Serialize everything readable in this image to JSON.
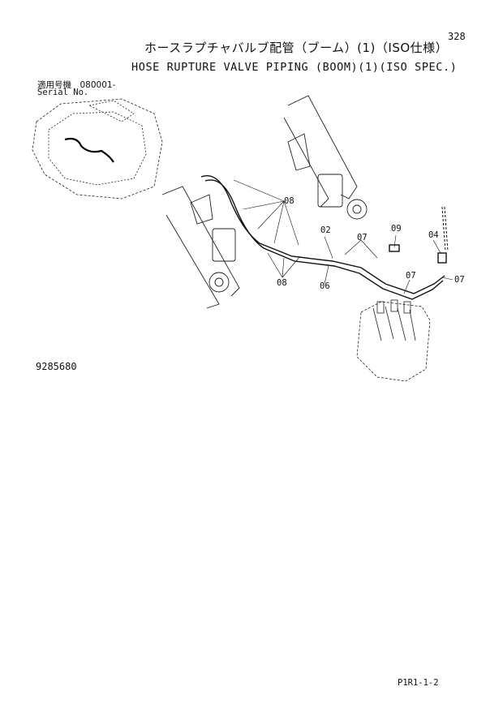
{
  "header": {
    "page_number": "328",
    "title_jp": "ホースラプチャバルブ配管（ブーム）(1)（ISO仕様）",
    "title_en": "HOSE RUPTURE VALVE PIPING (BOOM)(1)(ISO SPEC.)",
    "serial_label_jp": "適用号機　080001-",
    "serial_label_en": "Serial No."
  },
  "diagram": {
    "callouts": [
      "08",
      "02",
      "07",
      "09",
      "04",
      "07",
      "07",
      "08",
      "06"
    ]
  },
  "footer": {
    "part_number": "9285680",
    "page_code": "P1R1-1-2"
  }
}
